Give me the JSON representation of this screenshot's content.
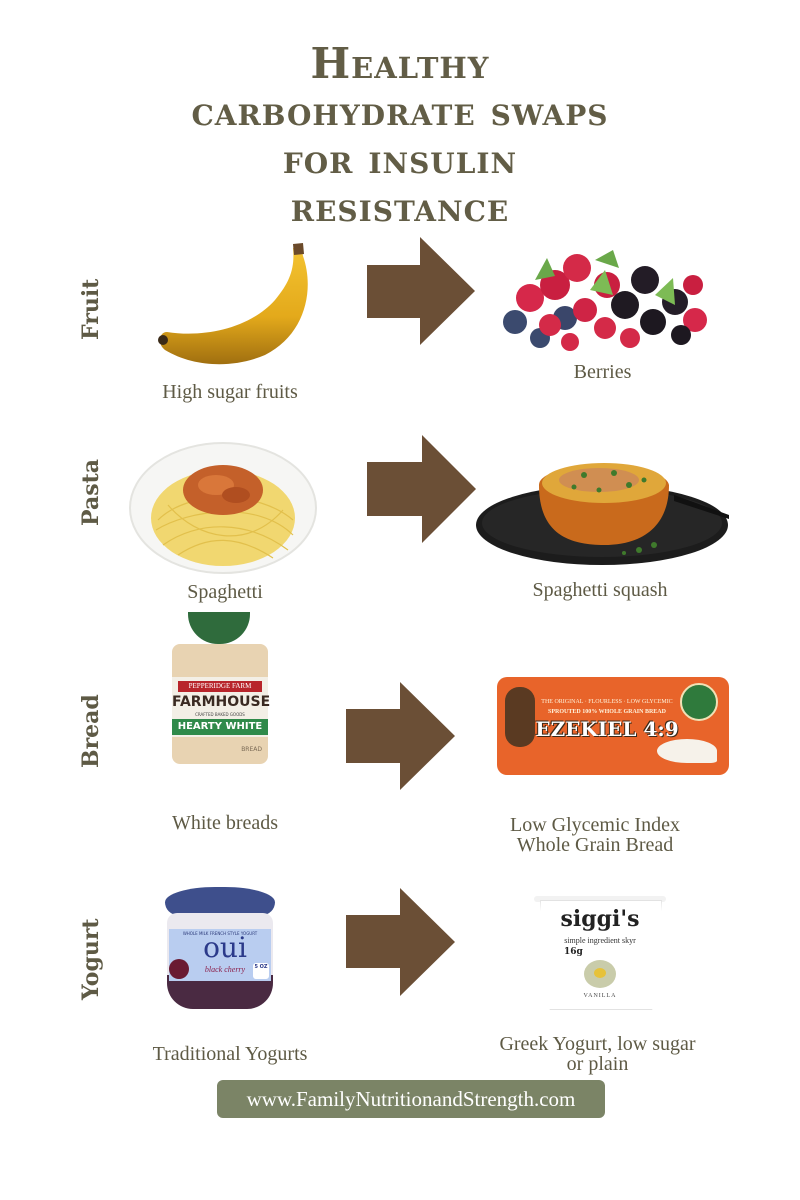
{
  "title": {
    "lines": [
      "Healthy",
      "carbohydrate swaps",
      "for insulin",
      "resistance"
    ]
  },
  "colors": {
    "title": "#625d46",
    "text": "#5e5a45",
    "arrow": "#6b4f36",
    "footer_bg": "#7b8466",
    "footer_text": "#ffffff"
  },
  "rows": [
    {
      "category": "Fruit",
      "from": {
        "label": "High sugar fruits",
        "image": "banana"
      },
      "to": {
        "label": "Berries",
        "image": "mixed-berries"
      }
    },
    {
      "category": "Pasta",
      "from": {
        "label": "Spaghetti",
        "image": "spaghetti-bolognese"
      },
      "to": {
        "label": "Spaghetti squash",
        "image": "stuffed-spaghetti-squash"
      }
    },
    {
      "category": "Bread",
      "from": {
        "label": "White breads",
        "image": "pepperidge-farm-farmhouse-hearty-white"
      },
      "to": {
        "label_lines": [
          "Low Glycemic Index",
          "Whole Grain Bread"
        ],
        "image": "ezekiel-4-9-bread"
      }
    },
    {
      "category": "Yogurt",
      "from": {
        "label": "Traditional Yogurts",
        "image": "oui-black-cherry-yogurt"
      },
      "to": {
        "label_lines": [
          "Greek Yogurt, low sugar",
          "or plain"
        ],
        "image": "siggis-vanilla-skyr"
      }
    }
  ],
  "product_text": {
    "pepperidge_brand": "PEPPERIDGE FARM",
    "pepperidge_name": "FARMHOUSE",
    "pepperidge_sub": "CRAFTED BAKED GOODS",
    "pepperidge_variety": "HEARTY WHITE",
    "pepperidge_type": "BREAD",
    "ezekiel_name": "EZEKIEL 4:9",
    "ezekiel_sub": "SPROUTED 100% WHOLE GRAIN BREAD",
    "ezekiel_top": "THE ORIGINAL · FLOURLESS · LOW GLYCEMIC",
    "oui_name": "oui",
    "oui_top": "WHOLE MILK FRENCH STYLE YOGURT",
    "oui_flavor": "black cherry",
    "oui_size": "5 OZ",
    "siggis_name": "siggi's",
    "siggis_sub": "simple ingredient skyr",
    "siggis_protein": "16g",
    "siggis_flavor": "VANILLA"
  },
  "footer": {
    "url": "www.FamilyNutritionandStrength.com"
  }
}
